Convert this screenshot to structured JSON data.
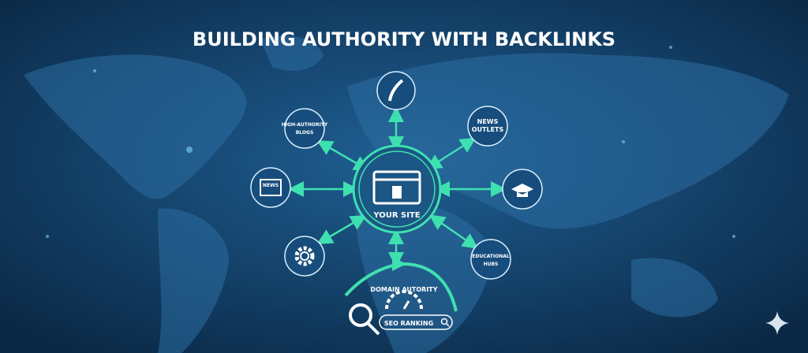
{
  "title": "BUILDING AUTHORITY WITH BACKLINKS",
  "center": {
    "label": "YOUR SITE",
    "icon": "browser-castle-icon"
  },
  "nodes": [
    {
      "label": "",
      "icon": "quill-icon"
    },
    {
      "label_lines": [
        "HIGH-AUTHORITY",
        "BLOGS"
      ]
    },
    {
      "label_lines": [
        "NEWS",
        "OUTLETS"
      ]
    },
    {
      "label": "NEWS",
      "icon": "newspaper-icon"
    },
    {
      "label": "",
      "icon": "graduation-cap-icon"
    },
    {
      "label": "",
      "icon": "gear-icon"
    },
    {
      "label_lines": [
        "EDUCATIONAL",
        "HUBS"
      ]
    }
  ],
  "bottom": {
    "arc_label": "DOMAIN AUTORITY",
    "search_label": "SEO RANKING",
    "icons": [
      "magnifier-icon",
      "gauge-icon",
      "search-icon"
    ]
  },
  "colors": {
    "background": "#0c2b4c",
    "accent": "#3fe0b0",
    "land": "#2c6ea3"
  }
}
